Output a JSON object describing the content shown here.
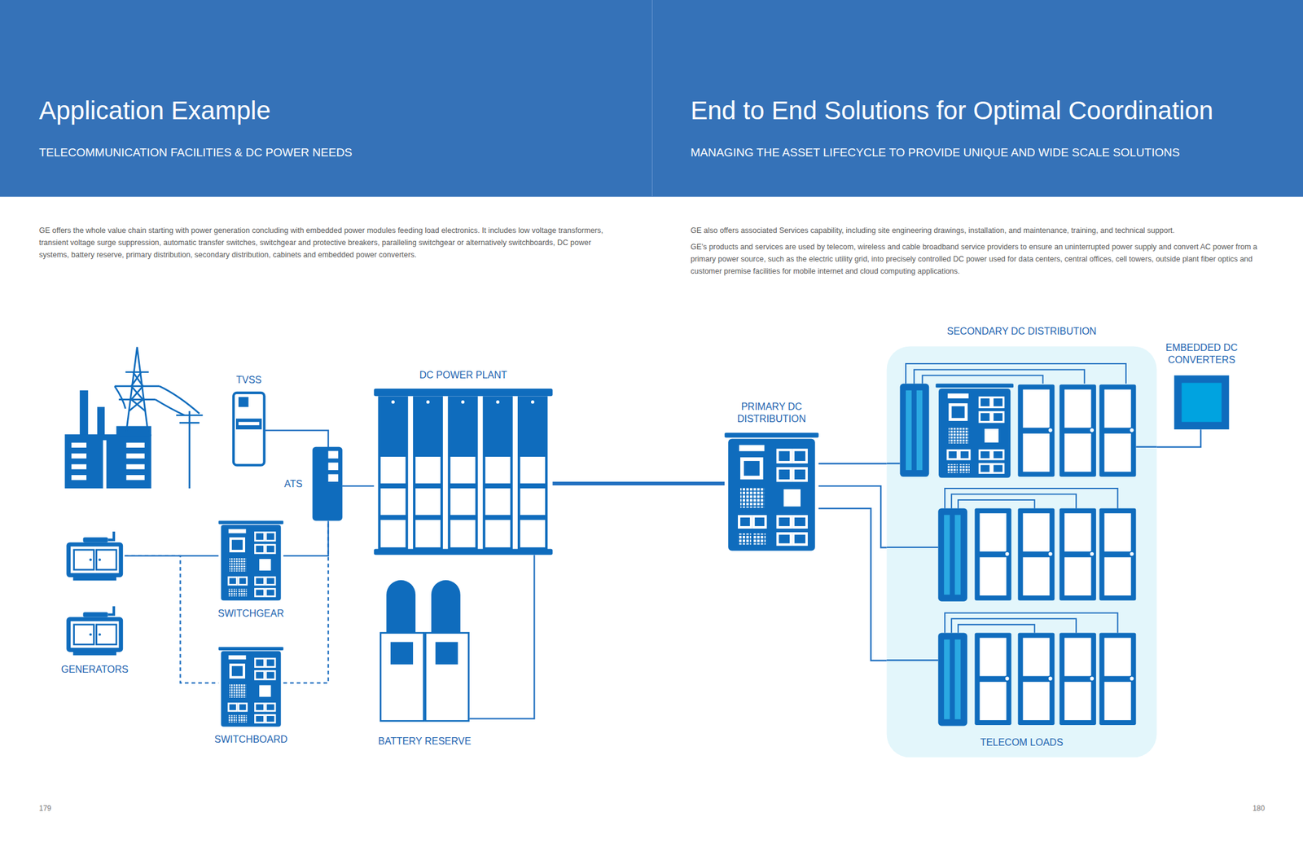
{
  "diagram": {
    "title": "Application Example",
    "nodes": [
      {
        "text": [
          "TVSS"
        ]
      },
      {
        "text": [
          "ATS"
        ]
      },
      {
        "text": [
          "DC POWER PLANT"
        ]
      },
      {
        "text": [
          "SWITCHGEAR"
        ]
      },
      {
        "text": [
          "GENERATORS"
        ]
      },
      {
        "text": [
          "SWITCHBOARD"
        ]
      },
      {
        "text": [
          "BATTERY RESERVE"
        ]
      },
      {
        "text": [
          "PRIMARY DC DISTRIBUTION"
        ]
      },
      {
        "text": [
          "SECONDARY DC DISTRIBUTION",
          "TELECOM LOADS"
        ]
      },
      {
        "text": [
          "EMBEDDED DC CONVERTERS"
        ]
      }
    ],
    "edges": [
      {
        "from": 0,
        "to": 1,
        "arrow": "none"
      },
      {
        "from": 4,
        "to": 3,
        "arrow": "none"
      },
      {
        "from": 3,
        "to": 1,
        "arrow": "none"
      },
      {
        "from": 4,
        "to": 5,
        "arrow": "none"
      },
      {
        "from": 5,
        "to": 1,
        "arrow": "none"
      },
      {
        "from": 1,
        "to": 2,
        "arrow": "none"
      },
      {
        "from": 2,
        "to": 7,
        "arrow": "none"
      },
      {
        "from": 2,
        "to": 6,
        "arrow": "none"
      },
      {
        "from": 7,
        "to": 8,
        "arrow": "none"
      },
      {
        "from": 7,
        "to": 8,
        "arrow": "none"
      },
      {
        "from": 7,
        "to": 8,
        "arrow": "none"
      },
      {
        "from": 9,
        "to": 8,
        "arrow": "none"
      }
    ],
    "labels": [
      "TELECOMMUNICATION FACILITIES & DC POWER NEEDS",
      "End to End Solutions for Optimal Coordination",
      "MANAGING THE ASSET LIFECYCLE TO PROVIDE UNIQUE AND WIDE SCALE SOLUTIONS",
      "GE offers the whole value chain starting with power generation concluding with embedded power modules feeding load electronics. It includes low voltage transformers, transient voltage surge suppression, automatic transfer switches, switchgear and protective breakers, paralleling switchgear or alternatively switchboards, DC power systems, battery reserve, primary distribution, secondary distribution, cabinets and embedded power converters.",
      "GE also offers associated Services capability, including site engineering drawings, installation, and maintenance, training, and technical support.",
      "GE’s products and services are used by telecom, wireless and cable broadband service providers to ensure an uninterrupted power supply and convert AC power from a primary power source, such as the electric utility grid, into precisely controlled DC power used for data centers, central offices, cell towers, outside plant fiber optics and customer premise facilities for mobile internet and cloud computing applications.",
      "179",
      "180"
    ]
  }
}
